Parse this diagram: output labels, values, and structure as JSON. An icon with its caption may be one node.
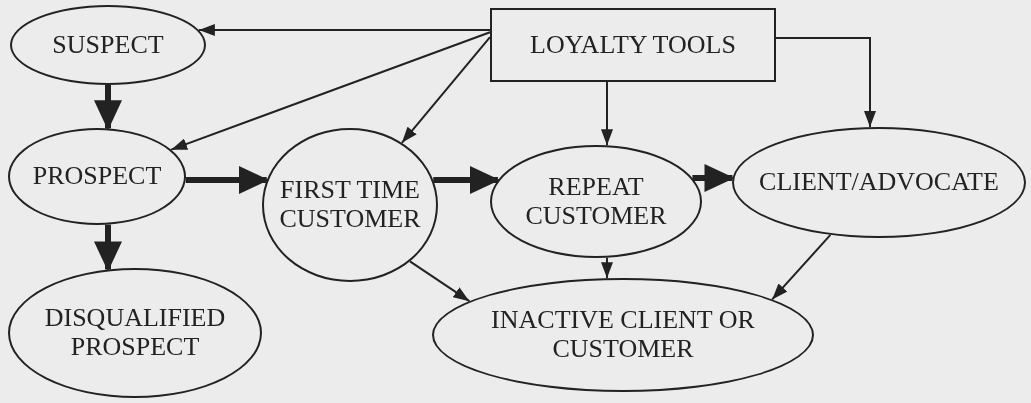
{
  "diagram": {
    "nodes": [
      {
        "text": [
          "SUSPECT"
        ]
      },
      {
        "text": [
          "LOYALTY TOOLS"
        ]
      },
      {
        "text": [
          "PROSPECT"
        ]
      },
      {
        "text": [
          "FIRST TIME CUSTOMER"
        ]
      },
      {
        "text": [
          "REPEAT CUSTOMER"
        ]
      },
      {
        "text": [
          "CLIENT/ADVOCATE"
        ]
      },
      {
        "text": [
          "DISQUALIFIED PROSPECT"
        ]
      },
      {
        "text": [
          "INACTIVE CLIENT OR CUSTOMER"
        ]
      }
    ],
    "edges": [
      {
        "from": 1,
        "to": 0,
        "arrow": "to"
      },
      {
        "from": 1,
        "to": 2,
        "arrow": "to"
      },
      {
        "from": 1,
        "to": 3,
        "arrow": "to"
      },
      {
        "from": 1,
        "to": 4,
        "arrow": "to"
      },
      {
        "from": 1,
        "to": 5,
        "arrow": "to"
      },
      {
        "from": 0,
        "to": 2,
        "arrow": "to",
        "style": "thick"
      },
      {
        "from": 2,
        "to": 3,
        "arrow": "to",
        "style": "thick"
      },
      {
        "from": 3,
        "to": 4,
        "arrow": "to",
        "style": "thick"
      },
      {
        "from": 4,
        "to": 5,
        "arrow": "to",
        "style": "thick"
      },
      {
        "from": 2,
        "to": 6,
        "arrow": "to",
        "style": "thick"
      },
      {
        "from": 3,
        "to": 7,
        "arrow": "to"
      },
      {
        "from": 4,
        "to": 7,
        "arrow": "to"
      },
      {
        "from": 5,
        "to": 7,
        "arrow": "to"
      }
    ]
  }
}
